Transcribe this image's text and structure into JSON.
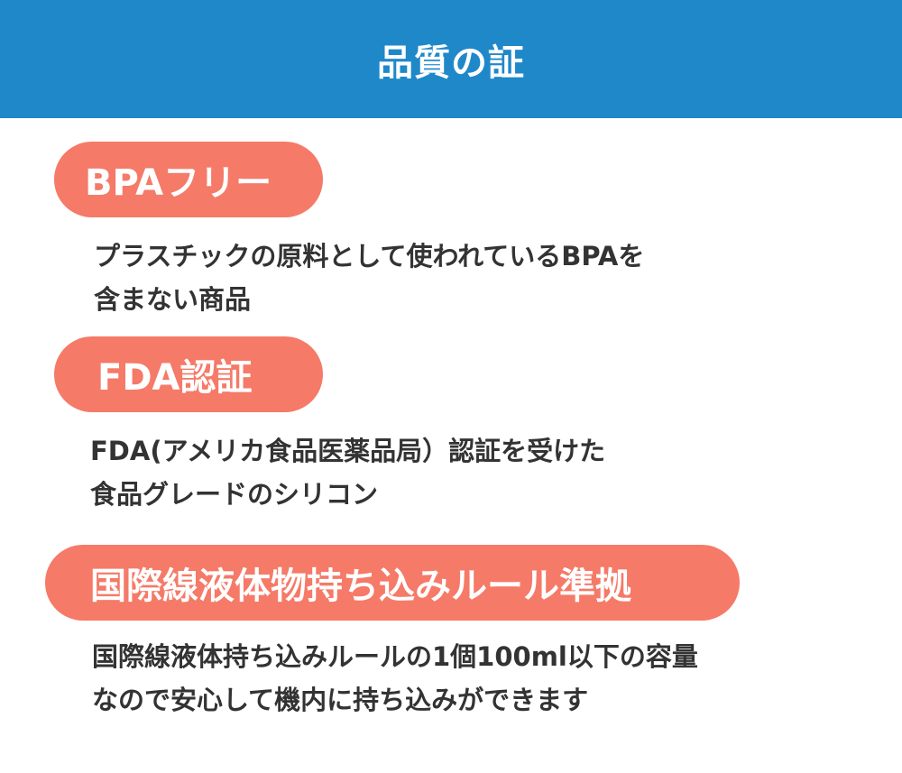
{
  "header": {
    "title": "品質の証"
  },
  "sections": [
    {
      "label": "BPAフリー",
      "lines": [
        "プラスチックの原料として使われているBPAを",
        "含まない商品"
      ]
    },
    {
      "label": "FDA認証",
      "lines": [
        "FDA(アメリカ食品医薬品局）認証を受けた",
        "食品グレードのシリコン"
      ]
    },
    {
      "label": "国際線液体物持ち込みルール準拠",
      "lines": [
        "国際線液体持ち込みルールの1個100ml以下の容量",
        "なので安心して機内に持ち込みができます"
      ]
    }
  ],
  "colors": {
    "header": "#1f88c9",
    "pill": "#f57a68",
    "text": "#333333"
  }
}
